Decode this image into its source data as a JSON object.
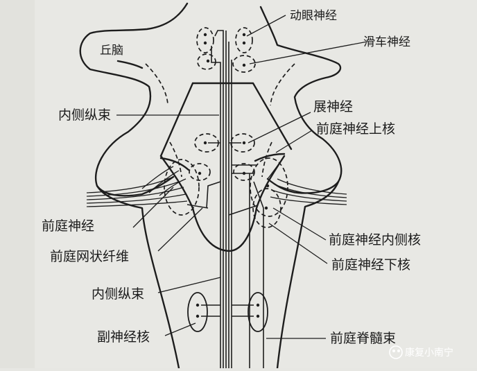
{
  "labels": {
    "qiunao": "丘脑",
    "dongyan": "动眼神经",
    "huache": "滑车神经",
    "neice_top": "内侧纵束",
    "zhan": "展神经",
    "qianting_shang": "前庭神经上核",
    "qianting_nerve": "前庭神经",
    "qianting_wangzhuang": "前庭网状纤维",
    "qianting_neice": "前庭神经内侧核",
    "qianting_xia": "前庭神经下核",
    "neice_bottom": "内侧纵束",
    "fushenjing": "副神经核",
    "qianting_jisui": "前庭脊髓束"
  },
  "watermark": "康复小南宁"
}
